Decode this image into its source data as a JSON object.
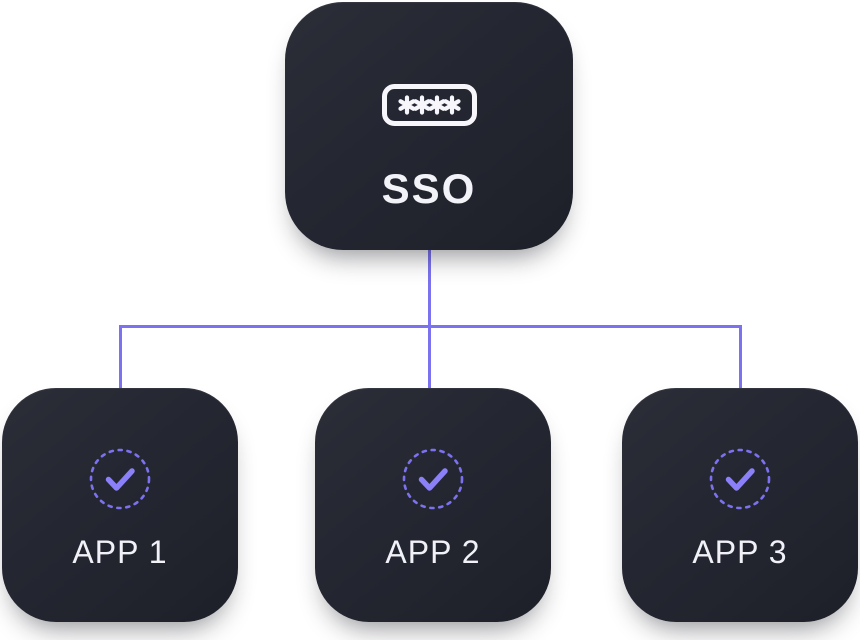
{
  "diagram": {
    "root": {
      "label": "SSO",
      "icon": "password-field-icon",
      "password_mask": "****"
    },
    "apps": [
      {
        "label": "APP 1",
        "icon": "check-circle-icon"
      },
      {
        "label": "APP 2",
        "icon": "check-circle-icon"
      },
      {
        "label": "APP 3",
        "icon": "check-circle-icon"
      }
    ],
    "colors": {
      "background": "#ffffff",
      "node_gradient_start": "#2b2d37",
      "node_gradient_end": "#1e2029",
      "connector": "#7c72ef",
      "check": "#8b80f7",
      "icon_stroke": "#f6f6fb",
      "text": "#f2f2f9"
    }
  }
}
